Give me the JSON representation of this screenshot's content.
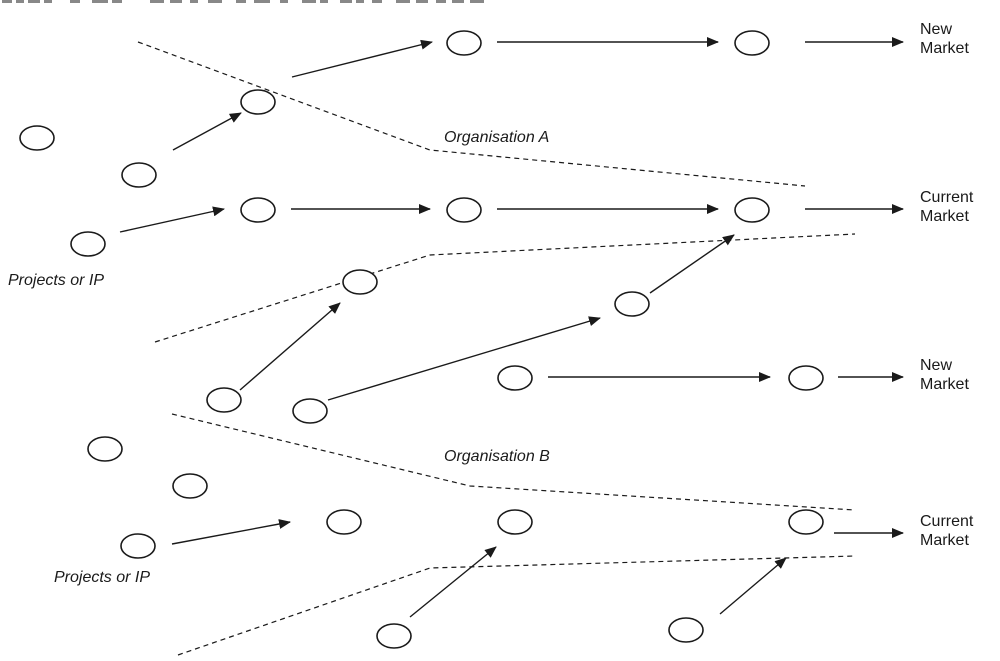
{
  "markets": {
    "org_a_new": [
      "New",
      "Market"
    ],
    "org_a_current": [
      "Current",
      "Market"
    ],
    "org_b_new": [
      "New",
      "Market"
    ],
    "org_b_current": [
      "Current",
      "Market"
    ]
  },
  "organisations": {
    "a": "Organisation A",
    "b": "Organisation B"
  },
  "projects": {
    "a": "Projects or IP",
    "b": "Projects or IP"
  }
}
